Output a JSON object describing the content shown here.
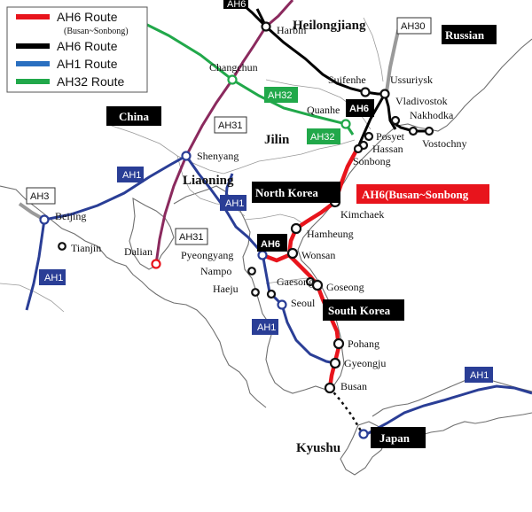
{
  "legend": {
    "items": [
      {
        "label": "AH6 Route",
        "sub": "(Busan~Sonbong)",
        "color": "#e8141c"
      },
      {
        "label": "AH6 Route",
        "sub": "",
        "color": "#000000"
      },
      {
        "label": "AH1 Route",
        "sub": "",
        "color": "#2a6fc0"
      },
      {
        "label": "AH32 Route",
        "sub": "",
        "color": "#21a84a"
      }
    ]
  },
  "regions": {
    "heilongjiang": "Heilongjiang",
    "russian": "Russian",
    "china": "China",
    "jilin": "Jilin",
    "liaoning": "Liaoning",
    "north_korea": "North Korea",
    "south_korea": "South Korea",
    "japan": "Japan",
    "kyushu": "Kyushu"
  },
  "route_tags": {
    "ah6_top": "AH6",
    "ah30": "AH30",
    "ah32_a": "AH32",
    "ah6_quanhe": "AH6",
    "ah32_b": "AH32",
    "ah31_a": "AH31",
    "ah1_a": "AH1",
    "ah1_b": "AH1",
    "ah3": "AH3",
    "ah31_b": "AH31",
    "ah6_center": "AH6",
    "ah1_c": "AH1",
    "ah1_d": "AH1",
    "ah1_e": "AH1",
    "ah6_busan_sonbong": "AH6(Busan~Sonbong"
  },
  "cities": {
    "harbin": "Harbin",
    "suifenhe": "Suifenhe",
    "ussuriysk": "Ussuriysk",
    "vladivostok": "Vladivostok",
    "nakhodka": "Nakhodka",
    "vostochny": "Vostochny",
    "changchun": "Changchun",
    "quanhe": "Quanhe",
    "posyet": "Posyet",
    "hassan": "Hassan",
    "sonbong": "Sonbong",
    "shenyang": "Shenyang",
    "kimchaek": "Kimchaek",
    "beijing": "Beijing",
    "tianjin": "Tianjin",
    "dalian": "Dalian",
    "hamheung": "Hamheung",
    "pyeongyang": "Pyeongyang",
    "wonsan": "Wonsan",
    "nampo": "Nampo",
    "haeju": "Haeju",
    "gaesong": "Gaesong",
    "goseong": "Goseong",
    "seoul": "Seoul",
    "pohang": "Pohang",
    "gyeongju": "Gyeongju",
    "busan": "Busan"
  },
  "colors": {
    "ah6_red": "#e8141c",
    "ah6_black": "#000000",
    "ah1_blue": "#2a3e96",
    "ah32_green": "#21a84a",
    "ah31_purple": "#8b2a5e",
    "ah30_gray": "#9a9a9a",
    "land_border": "#6f6f6f"
  }
}
